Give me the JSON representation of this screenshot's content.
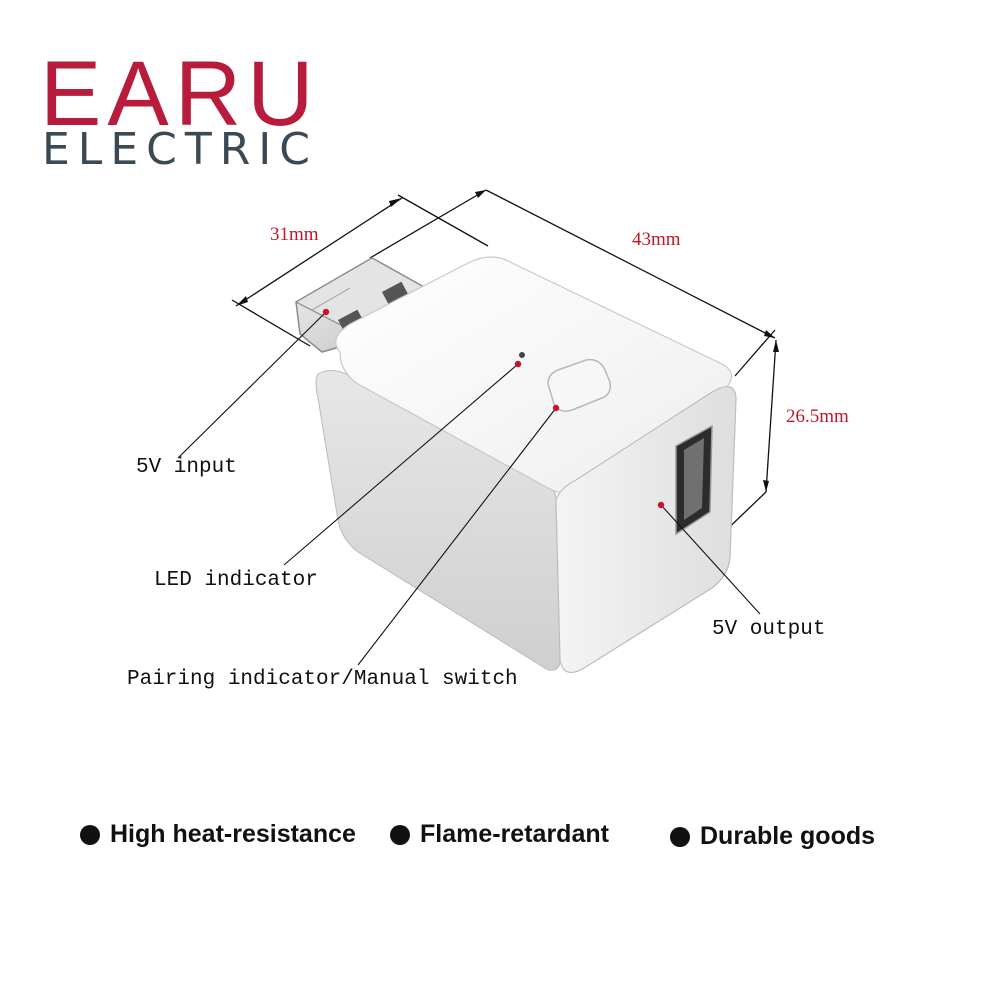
{
  "brand": {
    "name": "EARU",
    "subtitle": "ELECTRIC"
  },
  "dimensions": {
    "length": "43mm",
    "width": "31mm",
    "height": "26.5mm"
  },
  "callouts": {
    "usb_in": "5V input",
    "led": "LED indicator",
    "button": "Pairing indicator/Manual switch",
    "usb_out": "5V output"
  },
  "features": [
    "High heat-resistance",
    "Flame-retardant",
    "Durable goods"
  ],
  "colors": {
    "brand_red": "#b71c3c",
    "brand_gray": "#3a4a55",
    "dim_red": "#c0162c",
    "marker_red": "#d0102a"
  }
}
